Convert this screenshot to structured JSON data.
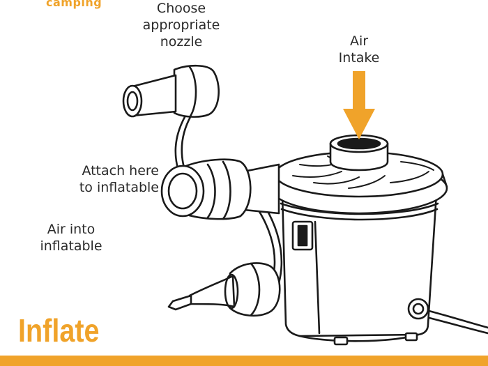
{
  "brand": {
    "name": "camping",
    "color": "#f0a32a"
  },
  "labels": {
    "nozzle_line1": "Choose",
    "nozzle_line2": "appropriate",
    "nozzle_line3": "nozzle",
    "intake_line1": "Air",
    "intake_line2": "Intake",
    "attach_line1": "Attach here",
    "attach_line2": "to inflatable",
    "air_into_line1": "Air into",
    "air_into_line2": "inflatable"
  },
  "title": {
    "text": "Inflate",
    "color": "#f0a32a"
  },
  "colors": {
    "accent": "#f0a32a",
    "line": "#1a1a1a",
    "text": "#2a2a2a"
  },
  "icons": {
    "intake_arrow": "arrow-down-icon",
    "power_switch": "switch-icon",
    "power_jack": "power-jack-icon"
  }
}
